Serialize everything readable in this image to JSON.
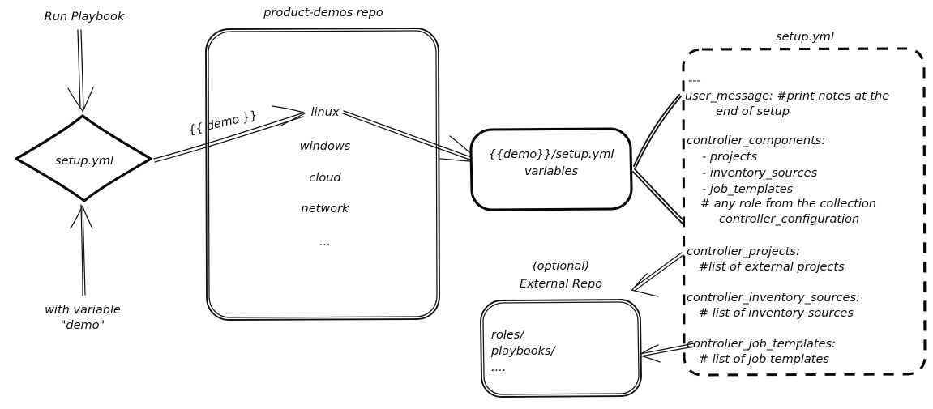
{
  "diagram": {
    "title": "Ansible product-demos setup.yml flow",
    "colors": {
      "ink": "#111111",
      "background": "#ffffff"
    },
    "left_flow": {
      "run_playbook_label": "Run Playbook",
      "start_node_label": "setup.yml",
      "with_variable_line1": "with variable",
      "with_variable_line2": "\"demo\""
    },
    "repo_box": {
      "title": "product-demos repo",
      "items": [
        "linux",
        "windows",
        "cloud",
        "network",
        "..."
      ]
    },
    "edges": {
      "demo_var_label": "{{ demo }}"
    },
    "variables_box": {
      "line1": "{{demo}}/setup.yml",
      "line2": "variables"
    },
    "external_repo": {
      "title_line1": "(optional)",
      "title_line2": "External Repo",
      "items": [
        "roles/",
        "playbooks/",
        "...."
      ]
    },
    "setup_yml_box": {
      "title": "setup.yml",
      "lines": [
        "---",
        "user_message: #print notes at the",
        "end of setup",
        "controller_components:",
        "- projects",
        "- inventory_sources",
        "- job_templates",
        "# any role from the collection",
        "controller_configuration",
        "controller_projects:",
        "#list of external projects",
        "controller_inventory_sources:",
        "# list of inventory sources",
        "controller_job_templates:",
        "# list of job templates"
      ]
    }
  }
}
